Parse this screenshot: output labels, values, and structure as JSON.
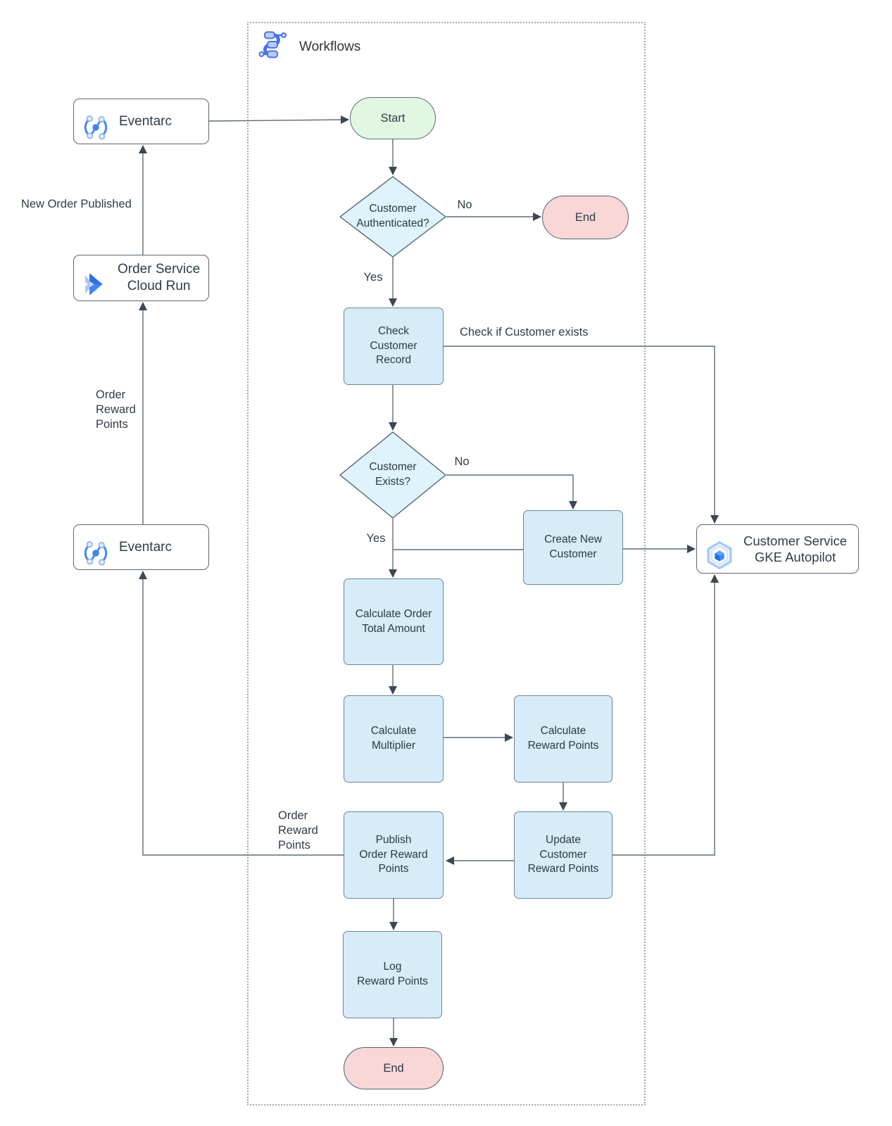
{
  "diagram": {
    "title": "Workflows",
    "external_nodes": {
      "eventarc_top": "Eventarc",
      "order_service": "Order Service\nCloud Run",
      "eventarc_bottom": "Eventarc",
      "customer_service": "Customer Service\nGKE Autopilot"
    },
    "flow_nodes": {
      "start": "Start",
      "customer_authenticated": "Customer\nAuthenticated?",
      "end_top": "End",
      "check_customer_record": "Check\nCustomer\nRecord",
      "customer_exists": "Customer\nExists?",
      "create_new_customer": "Create New\nCustomer",
      "calculate_order_total": "Calculate Order\nTotal Amount",
      "calculate_multiplier": "Calculate\nMultiplier",
      "calculate_reward_points": "Calculate\nReward Points",
      "update_customer_reward_points": "Update\nCustomer\nReward Points",
      "publish_order_reward_points": "Publish\nOrder Reward\nPoints",
      "log_reward_points": "Log\nReward Points",
      "end_bottom": "End"
    },
    "edge_labels": {
      "no_authenticated": "No",
      "yes_authenticated": "Yes",
      "check_if_customer_exists": "Check if Customer exists",
      "no_exists": "No",
      "yes_exists": "Yes",
      "new_order_published": "New Order Published",
      "order_reward_points_left": "Order\nReward\nPoints",
      "order_reward_points_inner": "Order\nReward\nPoints"
    },
    "colors": {
      "process_fill": "#d6ecf8",
      "decision_fill": "#def3fc",
      "start_fill": "#e1f7e1",
      "end_fill": "#f9d7d7",
      "node_border": "#5c6670",
      "edge_line": "#5f6b76",
      "icon_blue": "#4285f4",
      "icon_light_blue": "#a8c7fa"
    }
  }
}
